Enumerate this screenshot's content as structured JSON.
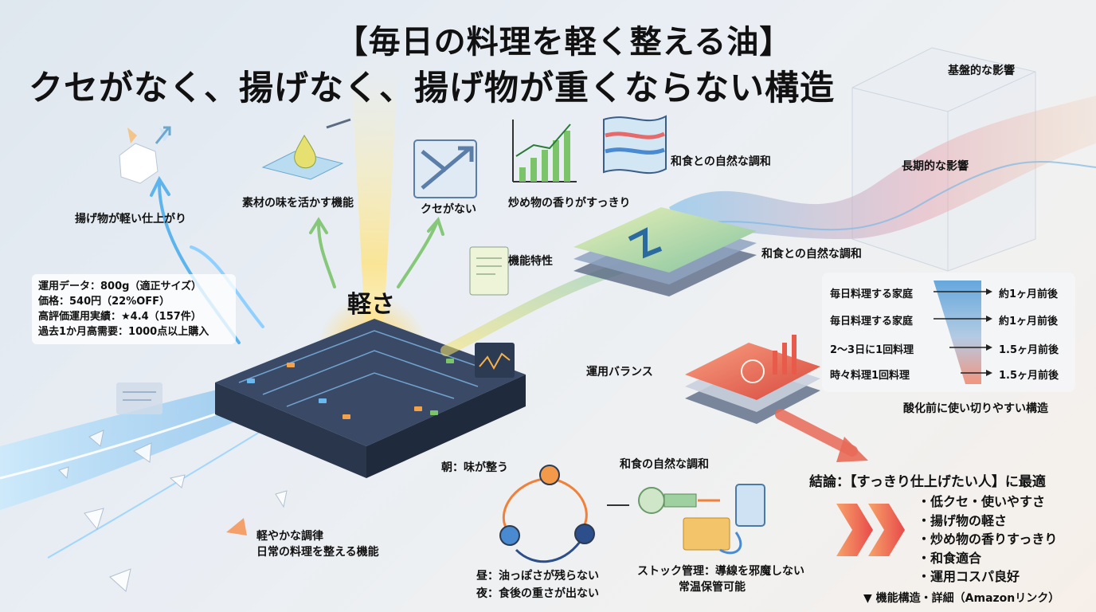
{
  "title": {
    "line1": "【毎日の料理を軽く整える油】",
    "line2": "クセがなく、揚げなく、揚げ物が重くならない構造"
  },
  "labels": {
    "light_fry": "揚げ物が軽い仕上がり",
    "ingredient_taste": "素材の味を活かす機能",
    "no_quirk": "クセがない",
    "stirfry_aroma": "炒め物の香りがすっきり",
    "japanese_harmony_top": "和食との自然な調和",
    "foundation_effect": "基盤的な影響",
    "longterm_effect": "長期的な影響",
    "function_char": "機能特性",
    "japanese_harmony_mid": "和食との自然な調和",
    "lightness": "軽さ",
    "op_balance": "運用バランス",
    "light_tone_1": "軽やかな調律",
    "light_tone_2": "日常の料理を整える機能",
    "morning": "朝：味が整う",
    "japanese_harmony_bottom": "和食の自然な調和",
    "noon": "昼：油っぽさが残らない",
    "night": "夜：食後の重さが出ない",
    "stock_1": "ストック管理：導線を邪魔しない",
    "stock_2": "常温保管可能",
    "oxidation": "酸化前に使い切りやすい構造"
  },
  "facts": [
    "運用データ：800g（適正サイズ）",
    "価格：540円（22%OFF）",
    "高評価運用実績：★4.4（157件）",
    "過去1か月高需要：1000点以上購入"
  ],
  "usage_balance": [
    {
      "household": "毎日料理する家庭",
      "period": "約1ヶ月前後"
    },
    {
      "household": "毎日料理する家庭",
      "period": "約1ヶ月前後"
    },
    {
      "household": "2〜3日に1回料理",
      "period": "1.5ヶ月前後"
    },
    {
      "household": "時々料理1回料理",
      "period": "1.5ヶ月前後"
    }
  ],
  "conclusion": {
    "heading": "結論：【すっきり仕上げたい人】に最適",
    "points": [
      "・低クセ・使いやすさ",
      "・揚げ物の軽さ",
      "・炒め物の香りすっきり",
      "・和食適合",
      "・運用コスパ良好"
    ]
  },
  "footer_link": "▼ 機能構造・詳細（Amazonリンク）",
  "colors": {
    "accent_blue": "#4aa8e8",
    "accent_orange": "#f0803a",
    "accent_green": "#7cc46a",
    "accent_red": "#e85a4a",
    "chip_blue": "#2c3a52"
  }
}
